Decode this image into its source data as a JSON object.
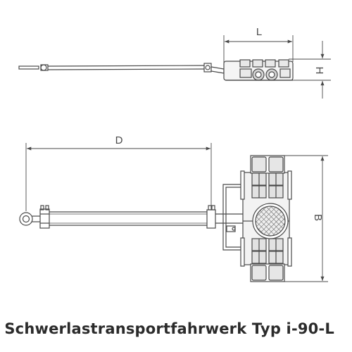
{
  "dimensions": {
    "length_label": "L",
    "height_label": "H",
    "distance_label": "D",
    "width_label": "B"
  },
  "caption": "Schwerlastransportfahrwerk Typ i-90-L",
  "colors": {
    "line": "#4a4a4a",
    "body_fill": "#f3f3f3",
    "track_fill": "#e6e6e6",
    "roller_fill": "#cfcfcf"
  }
}
